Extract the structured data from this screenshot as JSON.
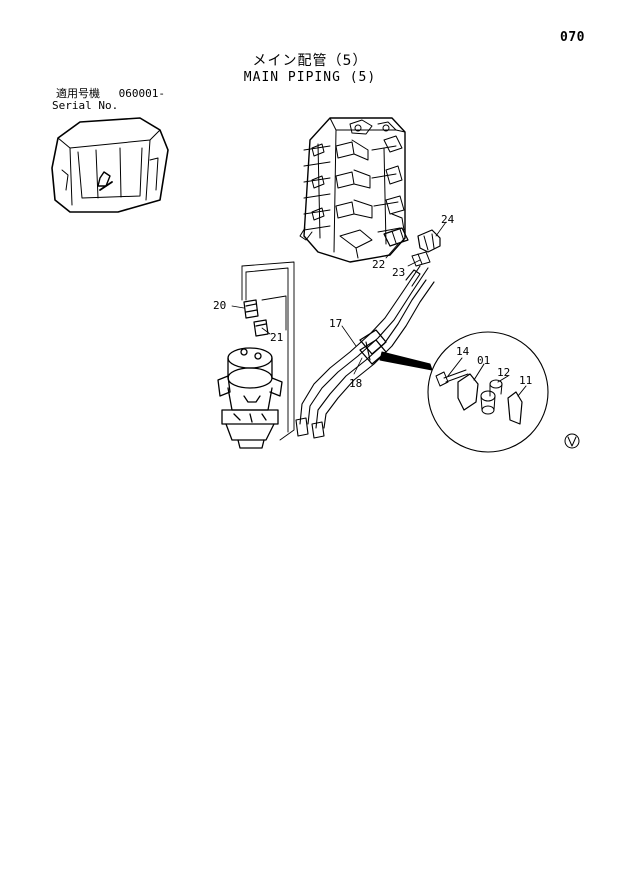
{
  "page": {
    "number": "070"
  },
  "title": {
    "jp": "メイン配管（5）",
    "en": "MAIN PIPING (5)"
  },
  "serial": {
    "label_jp": "適用号機",
    "value": "060001-",
    "label_en": "Serial No."
  },
  "callouts": {
    "c24": "24",
    "c22": "22",
    "c23": "23",
    "c20": "20",
    "c21": "21",
    "c17": "17",
    "c18": "18",
    "c14": "14",
    "c01": "01",
    "c12": "12",
    "c11": "11"
  },
  "colors": {
    "ink": "#000000",
    "paper": "#ffffff"
  }
}
